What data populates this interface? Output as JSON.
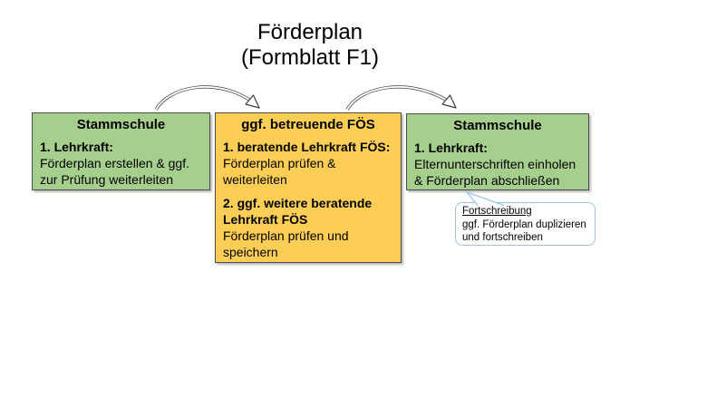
{
  "title": {
    "line1": "Förderplan",
    "line2": "(Formblatt F1)"
  },
  "boxes": [
    {
      "header": "Stammschule",
      "sections": [
        {
          "bold_lines": [
            "1. Lehrkraft:"
          ],
          "lines": [
            "Förderplan erstellen & ggf.",
            "zur Prüfung weiterleiten"
          ]
        }
      ]
    },
    {
      "header": "ggf. betreuende FÖS",
      "sections": [
        {
          "bold_lines": [
            "1. beratende Lehrkraft FÖS:"
          ],
          "lines": [
            "Förderplan prüfen &",
            "weiterleiten"
          ]
        },
        {
          "bold_lines": [
            "2. ggf. weitere beratende",
            "Lehrkraft FÖS"
          ],
          "lines": [
            "Förderplan prüfen und",
            "speichern"
          ]
        }
      ]
    },
    {
      "header": "Stammschule",
      "sections": [
        {
          "bold_lines": [
            "1. Lehrkraft:"
          ],
          "lines": [
            "Elternunterschriften einholen",
            "& Förderplan abschließen"
          ]
        }
      ]
    }
  ],
  "callout": {
    "title": "Fortschreibung",
    "lines": [
      "ggf. Förderplan duplizieren",
      "und fortschreiben"
    ]
  },
  "colors": {
    "green": "#A6CF8E",
    "gold": "#FCCE55",
    "border": "#4D4D4D",
    "arrow": "#404040",
    "callout_border": "#9DC3E6"
  }
}
